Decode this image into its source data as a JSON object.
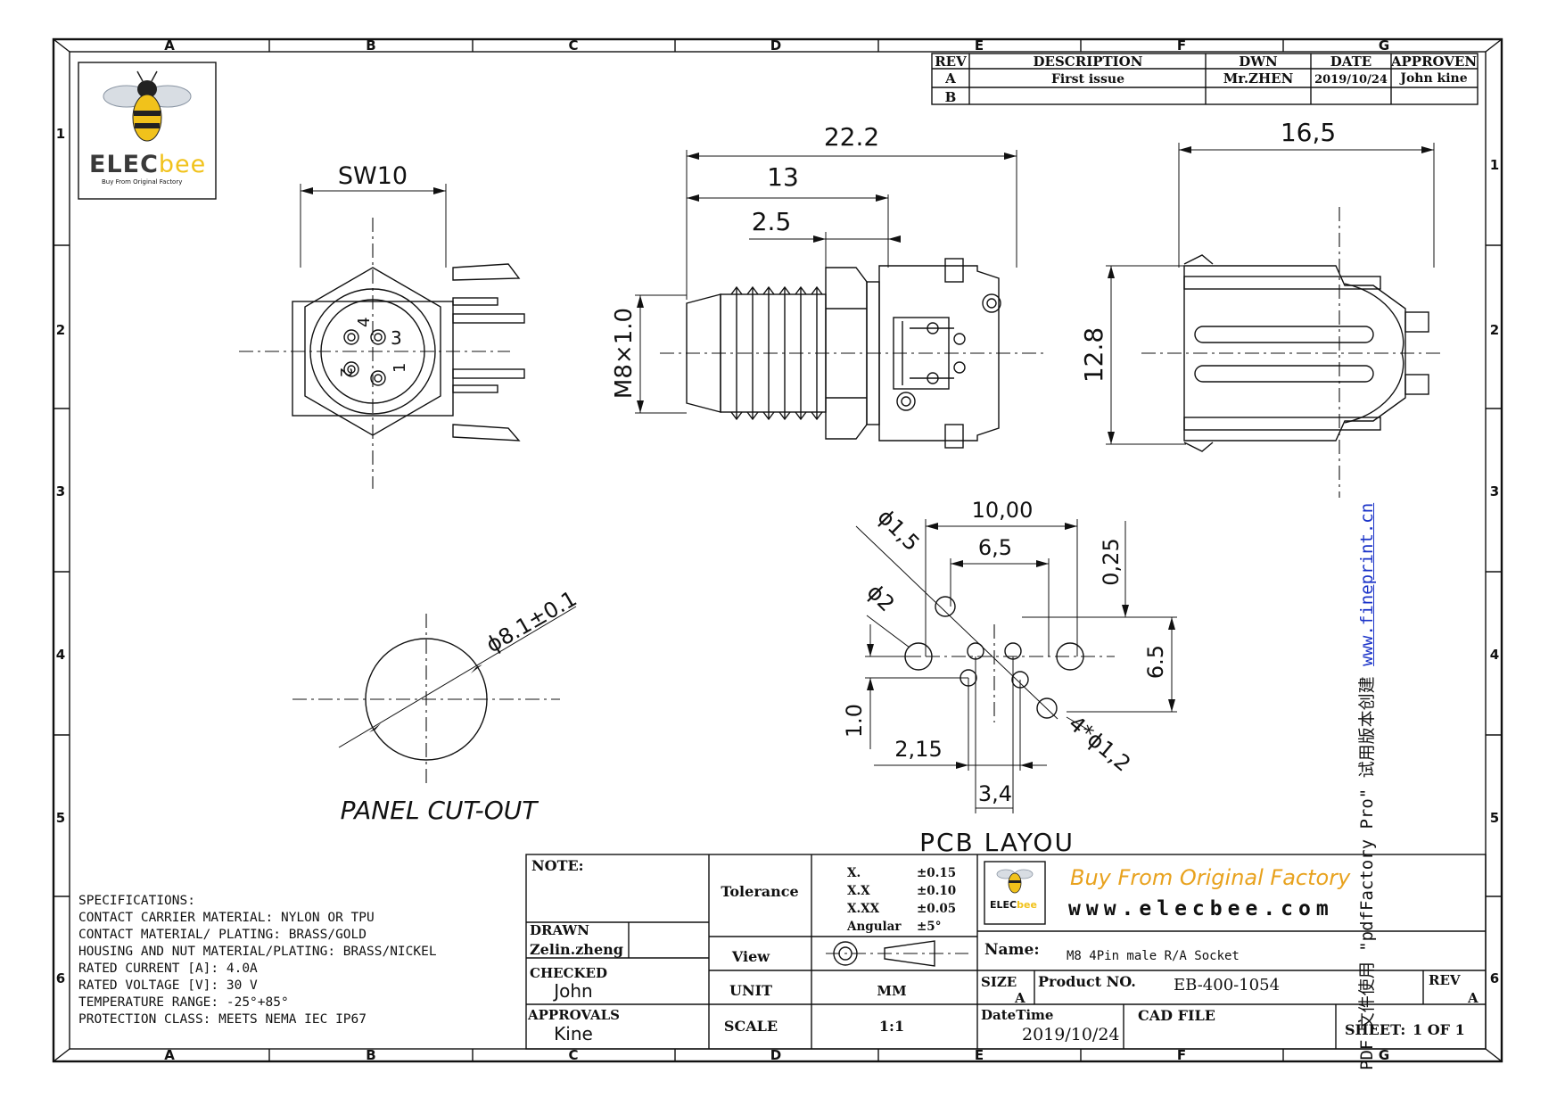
{
  "grid": {
    "columns": [
      "A",
      "B",
      "C",
      "D",
      "E",
      "F",
      "G"
    ],
    "rows": [
      "1",
      "2",
      "3",
      "4",
      "5",
      "6"
    ]
  },
  "logo": {
    "brand_dark": "ELEC",
    "brand_light": "bee",
    "tagline": "Buy From Original Factory"
  },
  "revision_table": {
    "headers": [
      "REV",
      "DESCRIPTION",
      "DWN",
      "DATE",
      "APPROVEN"
    ],
    "rows": [
      {
        "rev": "A",
        "description": "First issue",
        "dwn": "Mr.ZHEN",
        "date": "2019/10/24",
        "approven": "John kine"
      },
      {
        "rev": "B",
        "description": "",
        "dwn": "",
        "date": "",
        "approven": ""
      }
    ]
  },
  "front_view": {
    "dim_sw": "SW10",
    "pins": [
      "4",
      "3",
      "2",
      "1"
    ]
  },
  "side_view": {
    "dim_total": "22.2",
    "dim_thread_len": "13",
    "dim_tip": "2.5",
    "dim_thread": "M8×1.0"
  },
  "rear_view": {
    "dim_width": "16,5",
    "dim_height": "12.8"
  },
  "panel_cutout": {
    "dim_diameter": "ϕ8.1±0.1",
    "title": "PANEL CUT-OUT"
  },
  "pcb_layout": {
    "dim_width": "10,00",
    "dim_inner": "6,5",
    "dim_small_hole": "ϕ1,5",
    "dim_big_hole": "ϕ2",
    "dim_offset_top": "0,25",
    "dim_height": "6.5",
    "dim_vertical": "1.0",
    "dim_offset_left": "2,15",
    "dim_pitch": "3,4",
    "dim_pin_holes": "4*ϕ1,2",
    "title": "PCB LAYOU"
  },
  "specifications": {
    "heading": "SPECIFICATIONS:",
    "lines": [
      "CONTACT CARRIER MATERIAL: NYLON OR TPU",
      "CONTACT MATERIAL/ PLATING: BRASS/GOLD",
      "HOUSING AND NUT MATERIAL/PLATING: BRASS/NICKEL",
      "RATED CURRENT [A]: 4.0A",
      "RATED VOLTAGE [V]: 30 V",
      "TEMPERATURE RANGE: -25°+85°",
      "PROTECTION CLASS: MEETS NEMA IEC IP67"
    ]
  },
  "title_block": {
    "note_label": "NOTE:",
    "drawn_label": "DRAWN",
    "drawn_value": "Zelin.zheng",
    "checked_label": "CHECKED",
    "checked_value": "John",
    "approvals_label": "APPROVALS",
    "approvals_value": "Kine",
    "tolerance_label": "Tolerance",
    "tolerances": [
      {
        "format": "X.",
        "value": "±0.15"
      },
      {
        "format": "X.X",
        "value": "±0.10"
      },
      {
        "format": "X.XX",
        "value": "±0.05"
      },
      {
        "format": "Angular",
        "value": "±5°"
      }
    ],
    "view_label": "View",
    "unit_label": "UNIT",
    "unit_value": "MM",
    "scale_label": "SCALE",
    "scale_value": "1:1",
    "slogan": "Buy From Original Factory",
    "website": "www.elecbee.com",
    "name_label": "Name:",
    "name_value": "M8 4Pin male R/A Socket",
    "size_label": "SIZE",
    "size_value": "A",
    "product_no_label": "Product NO.",
    "product_no_value": "EB-400-1054",
    "rev_label": "REV",
    "rev_value": "A",
    "datetime_label": "DateTime",
    "datetime_value": "2019/10/24",
    "cad_file_label": "CAD FILE",
    "sheet_label": "SHEET:",
    "sheet_value": "1 OF 1"
  },
  "side_note": {
    "text": "PDF 文件使用 \"pdfFactory Pro\" 试用版本创建",
    "link": "www.fineprint.cn"
  },
  "colors": {
    "line": "#111111",
    "logo_yellow": "#f1c21b",
    "slogan_orange": "#e8a21e",
    "link_blue": "#1a33c8"
  }
}
